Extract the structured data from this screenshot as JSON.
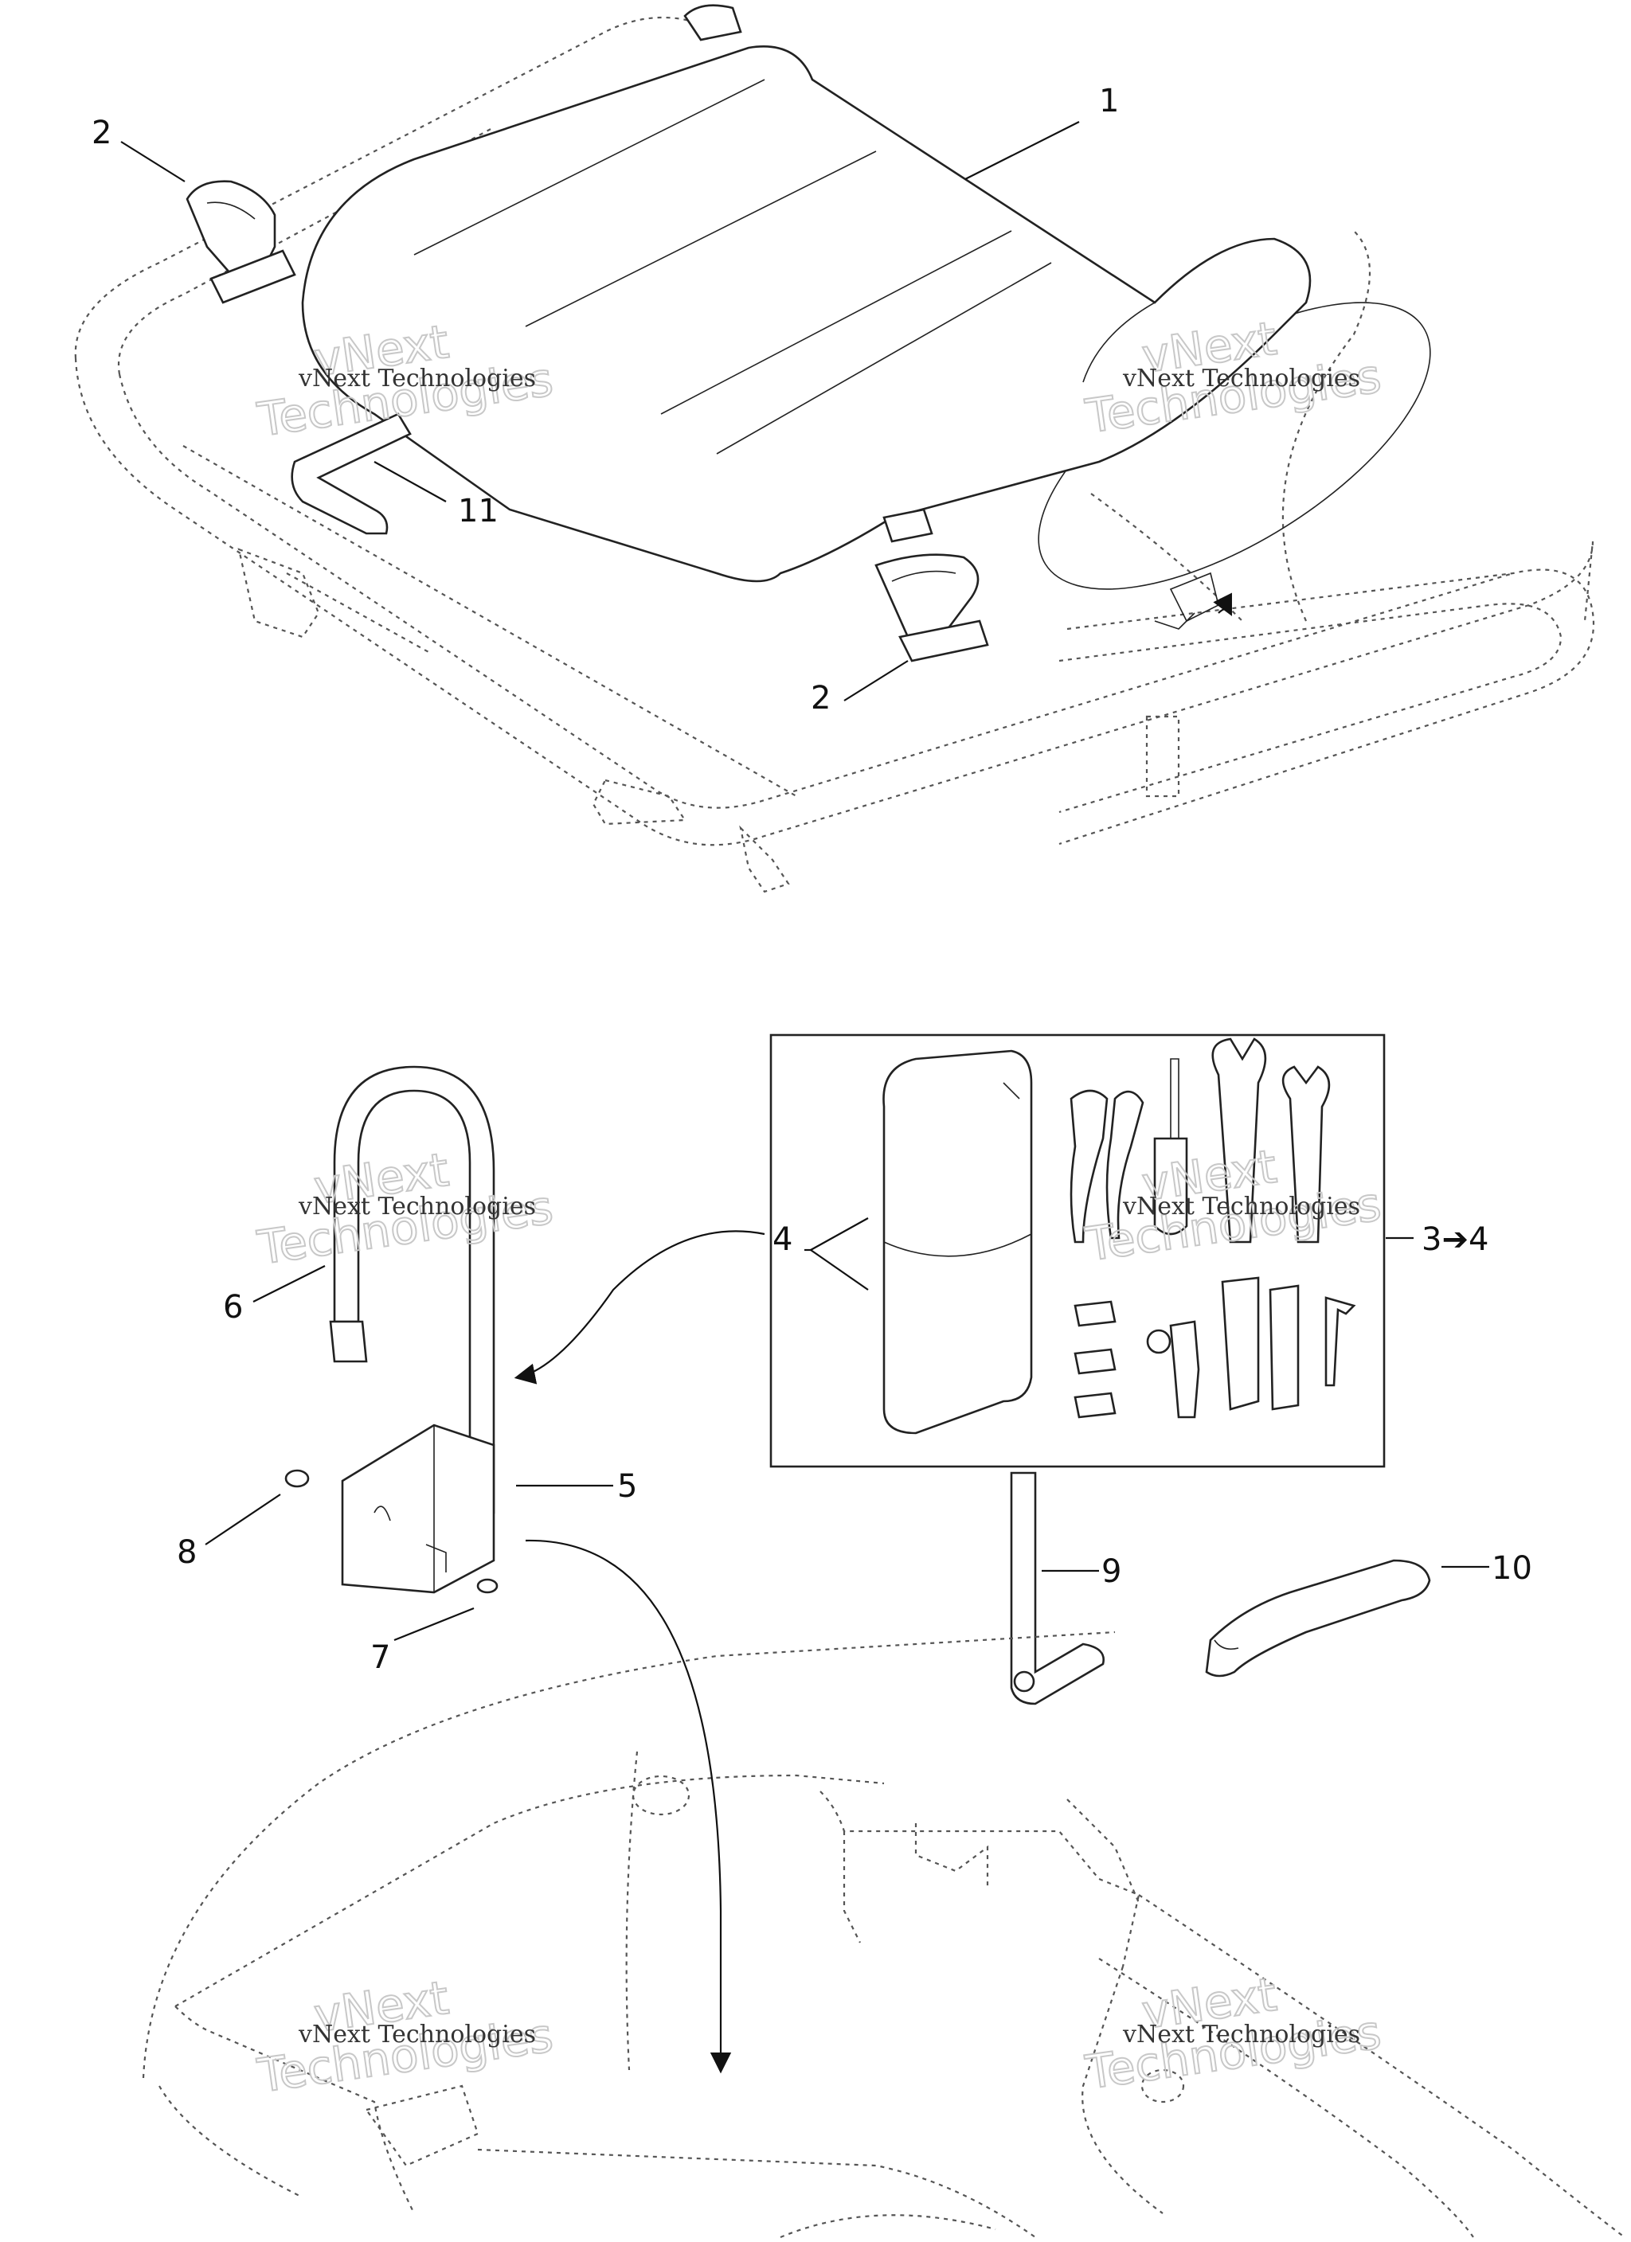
{
  "diagram": {
    "callouts": [
      "1",
      "2",
      "2",
      "11",
      "4",
      "3➔4",
      "6",
      "5",
      "8",
      "7",
      "9",
      "10"
    ],
    "watermark": {
      "company_line": "vNext Technologies",
      "large_line1": "vNext",
      "large_line2": "Technologies"
    }
  }
}
